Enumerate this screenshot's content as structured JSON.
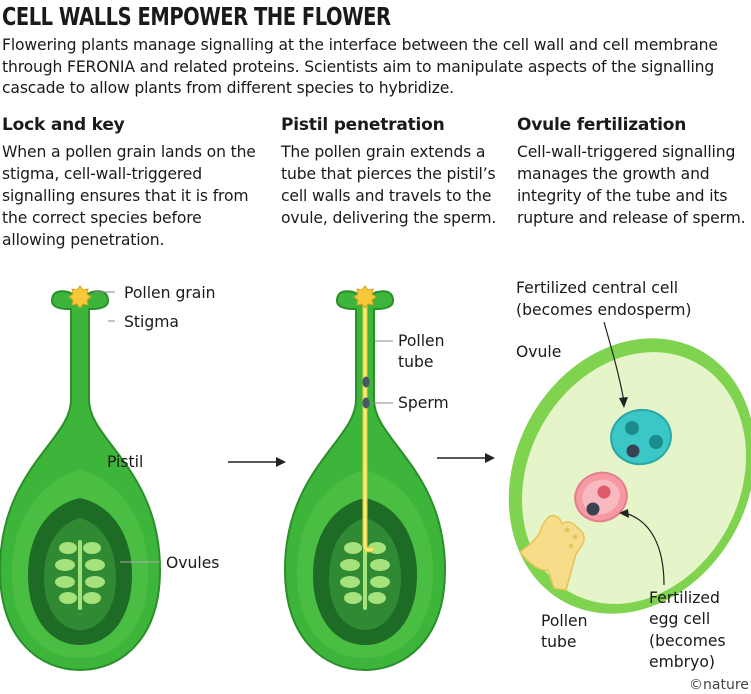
{
  "title": "CELL WALLS EMPOWER THE FLOWER",
  "intro": "Flowering plants manage signalling at the interface between the cell wall and cell membrane through FERONIA and related proteins. Scientists aim to manipulate aspects of the signalling cascade to allow plants from different species to hybridize.",
  "columns": [
    {
      "heading": "Lock and key",
      "body": "When a pollen grain lands on the stigma, cell-wall-triggered signalling ensures that it is from the correct species before allowing penetration."
    },
    {
      "heading": "Pistil penetration",
      "body": "The pollen grain extends a tube that pierces the pistil’s cell walls and travels to the ovule, delivering the sperm."
    },
    {
      "heading": "Ovule fertilization",
      "body": "Cell-wall-triggered signalling manages the growth and integrity of the tube and its rupture and release of sperm."
    }
  ],
  "labels": {
    "pollen_grain": "Pollen grain",
    "stigma": "Stigma",
    "pistil": "Pistil",
    "ovules": "Ovules",
    "pollen_tube_1": "Pollen",
    "pollen_tube_2": "tube",
    "sperm": "Sperm",
    "central_1": "Fertilized central cell",
    "central_2": "(becomes endosperm)",
    "ovule": "Ovule",
    "pt_1": "Pollen",
    "pt_2": "tube",
    "egg_1": "Fertilized",
    "egg_2": "egg cell",
    "egg_3": "(becomes",
    "egg_4": "embryo)"
  },
  "credit": "©nature",
  "colors": {
    "pistil_green": "#3db53a",
    "pistil_outline": "#2a8f2a",
    "ovary_dark": "#1d6b25",
    "ovule_mid": "#2f8a33",
    "ovule_light": "#a6e27c",
    "pollen_yellow": "#f7c93a",
    "pollen_tube": "#f2e25a",
    "sperm": "#4a5568",
    "ovule_cell": "#e6f5c9",
    "central_cell": "#3cc7c7",
    "egg_cell": "#f59aa5"
  }
}
